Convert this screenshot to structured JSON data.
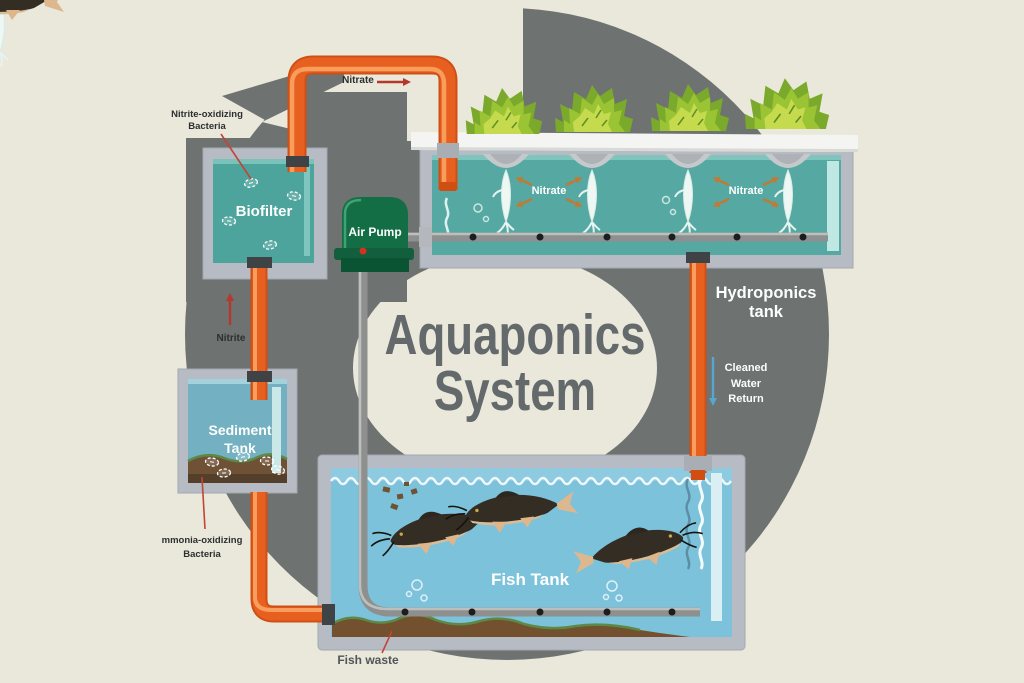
{
  "title": {
    "line1": "Aquaponics",
    "line2": "System"
  },
  "components": {
    "biofilter": {
      "label": "Biofilter"
    },
    "sediment_tank": {
      "label_line1": "Sediment",
      "label_line2": "Tank"
    },
    "air_pump": {
      "label": "Air Pump"
    },
    "hydroponics_tank": {
      "label_line1": "Hydroponics",
      "label_line2": "tank",
      "nitrate_left": "Nitrate",
      "nitrate_right": "Nitrate"
    },
    "fish_tank": {
      "label": "Fish Tank"
    }
  },
  "flow_labels": {
    "nitrate_pipe": "Nitrate",
    "nitrite_pipe": "Nitrite",
    "cleaned_line1": "Cleaned",
    "cleaned_line2": "Water",
    "cleaned_line3": "Return"
  },
  "annotations": {
    "nitrite_bacteria_line1": "Nitrite-oxidizing",
    "nitrite_bacteria_line2": "Bacteria",
    "ammonia_bacteria_line1": "mmonia-oxidizing",
    "ammonia_bacteria_line2": "Bacteria",
    "fish_waste": "Fish waste"
  },
  "colors": {
    "background": "#eae8da",
    "cycle_ring": "#6e7271",
    "title_text": "#64696b",
    "pipe_orange": "#e8601f",
    "pipe_highlight": "#f89d5c",
    "teal_water": "#4da49c",
    "hydro_water": "#55a9a2",
    "sediment_water": "#73b1c2",
    "fish_water": "#7cc2da",
    "tank_frame": "#b7bbc3",
    "air_pump_green": "#136e45",
    "lettuce_green": "#9ac433",
    "red_arrow": "#b5382c",
    "blue_arrow": "#57a6cd",
    "fish_body": "#332d24",
    "waste_brown": "#74512e"
  }
}
